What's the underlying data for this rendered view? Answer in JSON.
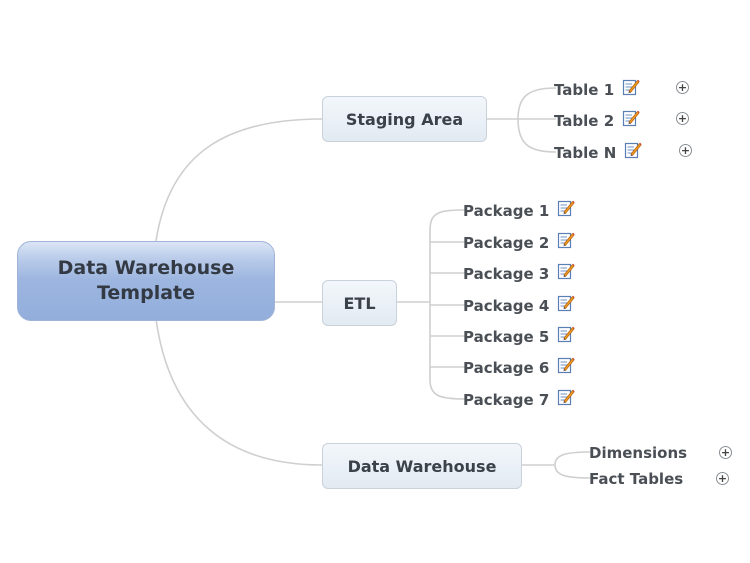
{
  "central": {
    "line1": "Data Warehouse",
    "line2": "Template"
  },
  "branches": {
    "staging": {
      "label": "Staging Area",
      "children": [
        "Table 1",
        "Table 2",
        "Table N"
      ]
    },
    "etl": {
      "label": "ETL",
      "children": [
        "Package 1",
        "Package 2",
        "Package 3",
        "Package 4",
        "Package 5",
        "Package 6",
        "Package 7"
      ]
    },
    "warehouse": {
      "label": "Data Warehouse",
      "children": [
        "Dimensions",
        "Fact Tables"
      ]
    }
  },
  "icons": {
    "note": "note-pencil-icon",
    "expand": "plus-circle-icon"
  },
  "colors": {
    "central": "#93aedc",
    "topic": "#e7eef5",
    "line": "#c8c8c8",
    "text": "#3b4148"
  }
}
